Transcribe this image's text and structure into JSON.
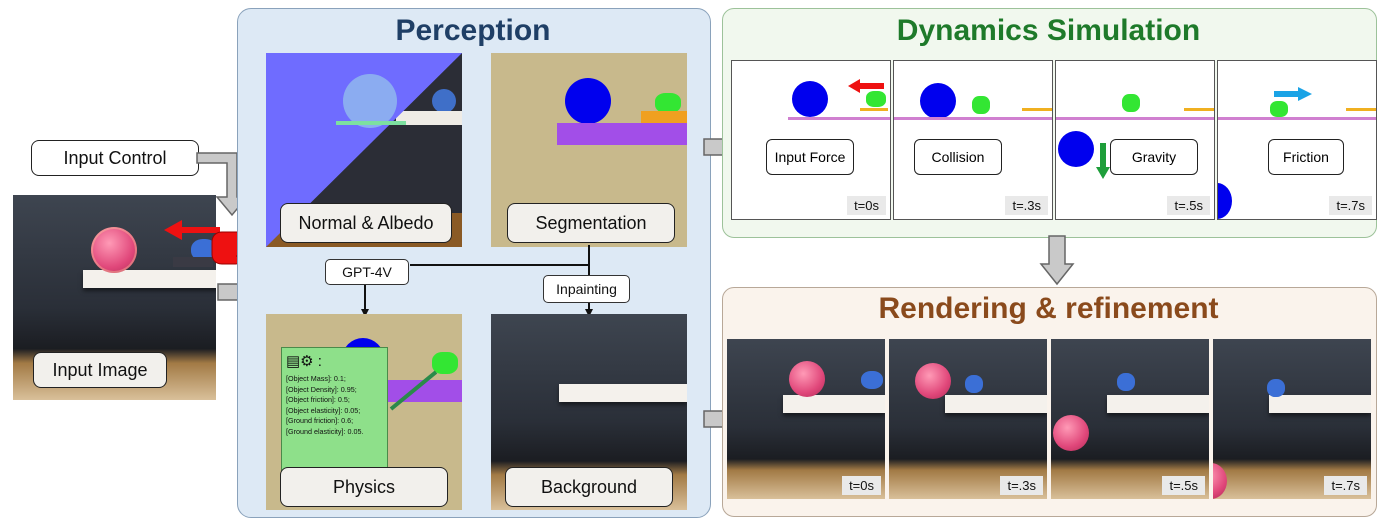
{
  "perception": {
    "title": "Perception",
    "normal_albedo_label": "Normal & Albedo",
    "segmentation_label": "Segmentation",
    "physics_label": "Physics",
    "background_label": "Background",
    "gpt4v_label": "GPT-4V",
    "inpainting_label": "Inpainting",
    "physics_params": [
      "[Object Mass]: 0.1;",
      "[Object Density]: 0.95;",
      "[Object friction]: 0.5;",
      "[Object elasticity]: 0.05;",
      "[Ground friction]: 0.6;",
      "[Ground elasticity]: 0.05."
    ]
  },
  "inputs": {
    "input_control_label": "Input Control",
    "input_image_label": "Input Image"
  },
  "dynamics": {
    "title": "Dynamics Simulation",
    "frames": [
      {
        "label": "Input Force",
        "time": "t=0s"
      },
      {
        "label": "Collision",
        "time": "t=.3s"
      },
      {
        "label": "Gravity",
        "time": "t=.5s"
      },
      {
        "label": "Friction",
        "time": "t=.7s"
      }
    ]
  },
  "rendering": {
    "title": "Rendering & refinement",
    "frames": [
      {
        "time": "t=0s"
      },
      {
        "time": "t=.3s"
      },
      {
        "time": "t=.5s"
      },
      {
        "time": "t=.7s"
      }
    ]
  },
  "colors": {
    "perception_title": "#1f3f66",
    "dynamics_title": "#1e7a2a",
    "rendering_title": "#8a4a1c",
    "ball_blue": "#0000ee",
    "object_green": "#33e633",
    "ground_purple": "#a24ee8",
    "force_red": "#ee1111",
    "friction_arrow": "#1aa3e6",
    "gravity_arrow": "#1e9e3a",
    "segmentation_bg": "#c8b98c"
  }
}
